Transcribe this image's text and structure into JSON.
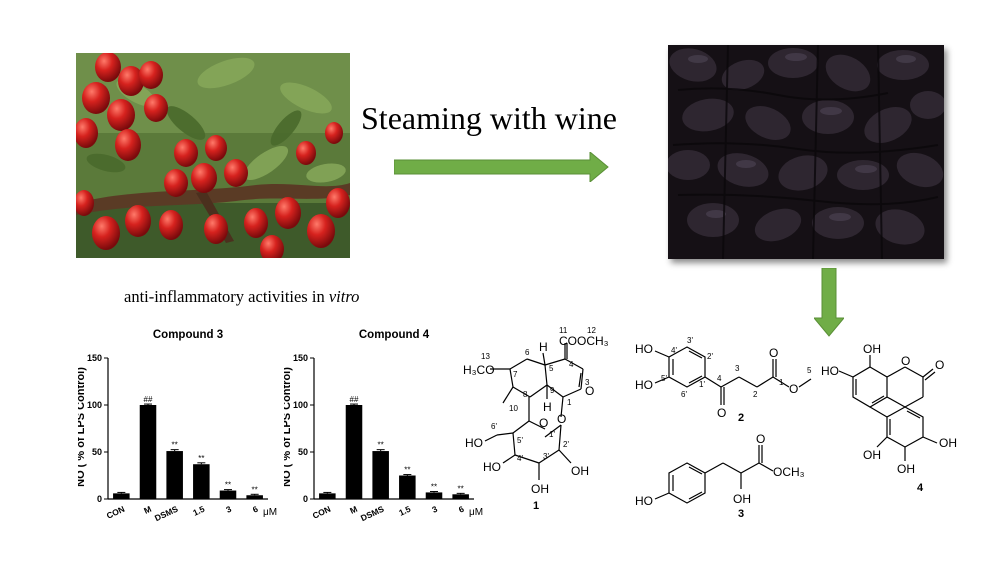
{
  "process_label": "Steaming with wine",
  "activity": {
    "title_prefix": "anti-inflammatory activities in ",
    "title_italic": "vitro"
  },
  "colors": {
    "arrow_green": "#70ad47",
    "bar_black": "#000000",
    "berry_red": "#d6221e",
    "dried_fruit": "#1a1418"
  },
  "chart_data": [
    {
      "type": "bar",
      "title": "Compound 3",
      "ylabel": "NO ( % of LPS Control)",
      "categories": [
        "CON",
        "M",
        "DSMS",
        "1.5",
        "3",
        "6"
      ],
      "x_unit": "μM",
      "values": [
        6,
        100,
        51,
        37,
        9,
        4
      ],
      "errors": [
        1,
        1,
        1.5,
        1.5,
        1,
        1
      ],
      "annotations": [
        "",
        "##",
        "**",
        "**",
        "**",
        "**"
      ],
      "yticks": [
        0,
        50,
        100,
        150
      ],
      "ylim": [
        0,
        150
      ]
    },
    {
      "type": "bar",
      "title": "Compound 4",
      "ylabel": "NO ( % of LPS Control)",
      "categories": [
        "CON",
        "M",
        "DSMS",
        "1.5",
        "3",
        "6"
      ],
      "x_unit": "μM",
      "values": [
        6,
        100,
        51,
        25,
        7,
        5
      ],
      "errors": [
        1,
        1,
        1.5,
        1,
        1,
        1
      ],
      "annotations": [
        "",
        "##",
        "**",
        "**",
        "**",
        "**"
      ],
      "yticks": [
        0,
        50,
        100,
        150
      ],
      "ylim": [
        0,
        150
      ]
    }
  ],
  "structures": {
    "compound_1": {
      "number": "1",
      "labels": {
        "methoxy": "H₃CO",
        "c13": "13",
        "c7": "7",
        "c6": "6",
        "h5": "H",
        "c5": "5",
        "c4": "4",
        "c3": "3",
        "c11": "11",
        "c12": "12",
        "ester": "COOCH₃",
        "c8": "8",
        "c9": "9",
        "h9": "H",
        "c1": "1",
        "c10": "10",
        "o_ring": "O",
        "o_gly": "O",
        "ho6": "HO",
        "c6p": "6'",
        "c5p": "5'",
        "c1p": "1'",
        "c2p": "2'",
        "c3p": "3'",
        "c4p": "4'",
        "ho4": "HO",
        "oh2": "OH",
        "oh3": "OH",
        "o_sugar": "O"
      }
    },
    "compound_2": {
      "number": "2",
      "labels": {
        "ho4": "HO",
        "ho5": "HO",
        "c4p": "4'",
        "c3p": "3'",
        "c2p": "2'",
        "c5p": "5'",
        "c6p": "6'",
        "c1p": "1'",
        "c4": "4",
        "c3": "3",
        "c2": "2",
        "c1": "1",
        "c5": "5",
        "o_keto": "O",
        "o_ester1": "O",
        "o_ester2": "O"
      }
    },
    "compound_3": {
      "number": "3",
      "labels": {
        "ho": "HO",
        "oh": "OH",
        "o": "O",
        "ester": "OCH₃"
      }
    },
    "compound_4": {
      "number": "4",
      "labels": {
        "oh_top": "OH",
        "ho_left": "HO",
        "o_ring": "O",
        "o_keto": "O",
        "oh_bl": "OH",
        "oh_br": "OH",
        "oh_r": "OH"
      }
    }
  }
}
